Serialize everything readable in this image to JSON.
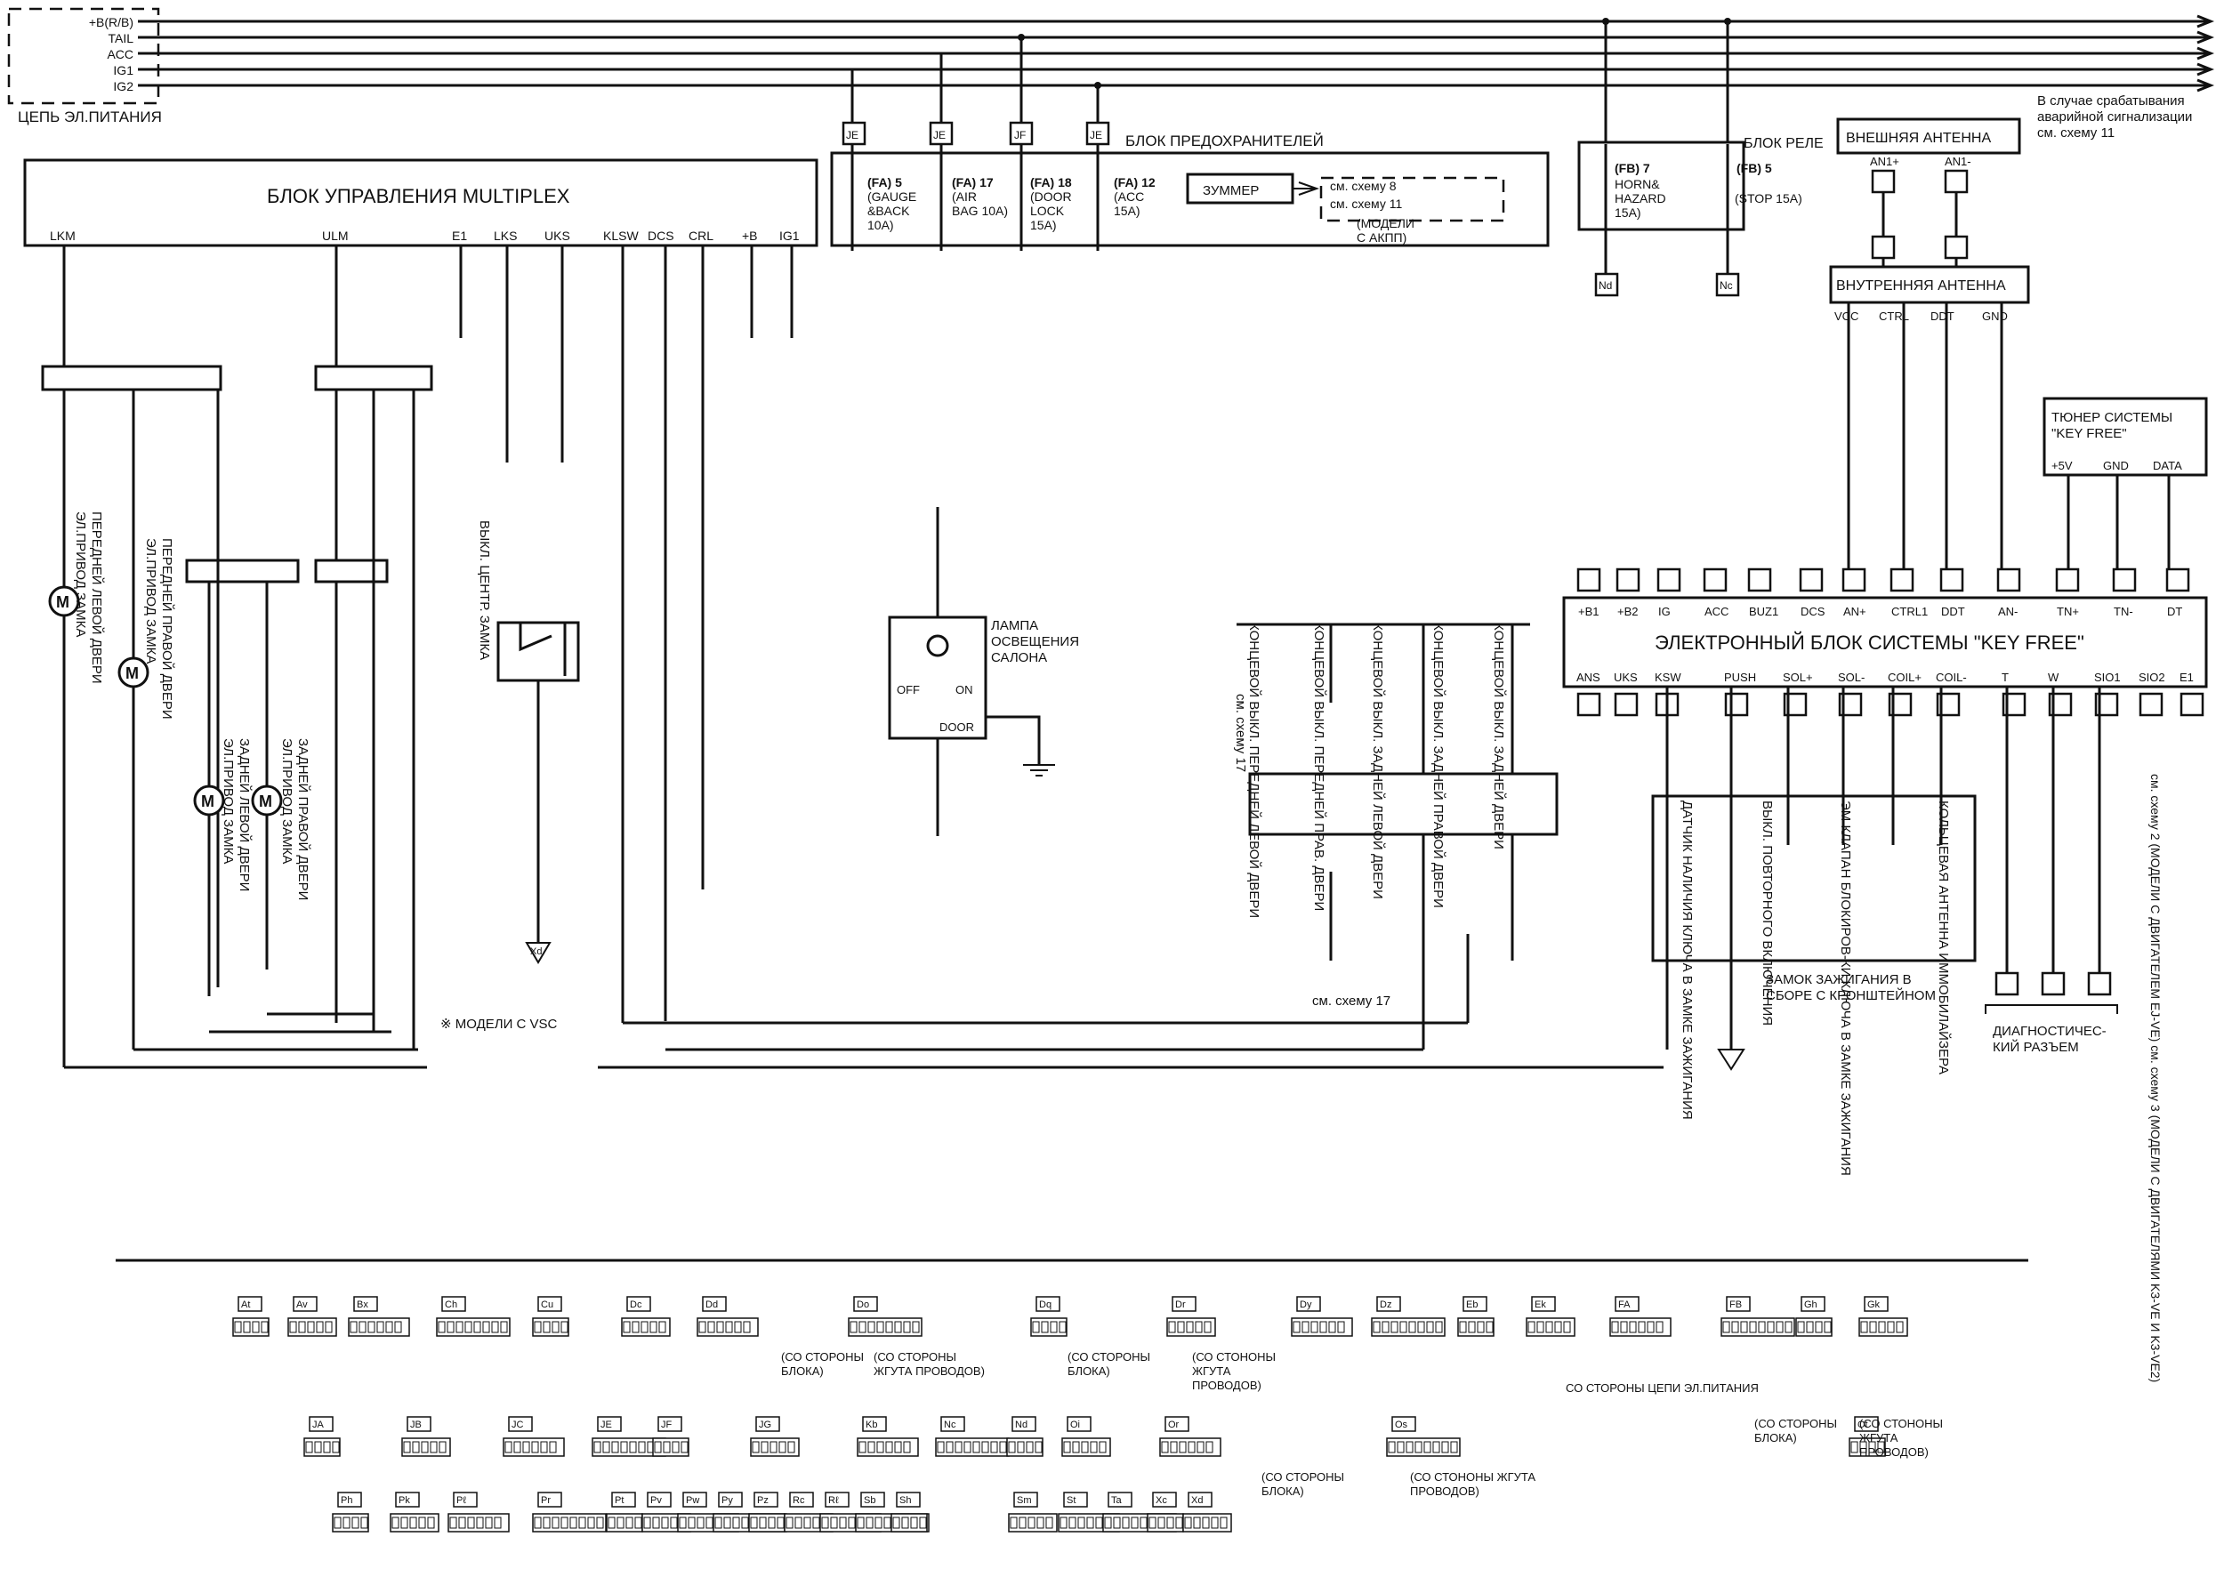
{
  "power_supply": {
    "label": "ЦЕПЬ ЭЛ.ПИТАНИЯ",
    "lines": [
      "+B(R/B)",
      "TAIL",
      "ACC",
      "IG1",
      "IG2"
    ]
  },
  "alarm_note": [
    "В случае срабатывания",
    "аварийной сигнализации",
    "см. схему 11"
  ],
  "fuse_block": {
    "title": "БЛОК ПРЕДОХРАНИТЕЛЕЙ",
    "fuses": [
      {
        "id": "FA",
        "num": "5",
        "lines": [
          "(GAUGE",
          "&BACK",
          "10A)"
        ]
      },
      {
        "id": "FA",
        "num": "17",
        "lines": [
          "(AIR",
          "BAG 10A)"
        ]
      },
      {
        "id": "FA",
        "num": "18",
        "lines": [
          "(DOOR",
          "LOCK",
          "15A)"
        ]
      },
      {
        "id": "FA",
        "num": "12",
        "lines": [
          "(ACC",
          "15A)"
        ]
      }
    ],
    "buzzer": "ЗУММЕР",
    "refs": [
      "см. схему 8",
      "см. схему 11"
    ],
    "models": [
      "(МОДЕЛИ",
      "С АКПП)"
    ]
  },
  "relay_block": {
    "title": "БЛОК РЕЛЕ",
    "fuses": [
      {
        "id": "FB",
        "num": "7",
        "lines": [
          "HORN&",
          "HAZARD",
          "15A)"
        ]
      },
      {
        "id": "FB",
        "num": "5",
        "lines": [
          "(STOP 15A)"
        ]
      }
    ]
  },
  "multiplex": {
    "title": "БЛОК УПРАВЛЕНИЯ MULTIPLEX",
    "pins": [
      "LKM",
      "ULM",
      "E1",
      "LKS",
      "UKS",
      "KLSW",
      "DCS",
      "CRL",
      "+B",
      "IG1"
    ]
  },
  "external_antenna": {
    "title": "ВНЕШНЯЯ АНТЕННА",
    "pins": [
      "AN1+",
      "AN1-"
    ]
  },
  "internal_antenna": {
    "title": "ВНУТРЕННЯЯ АНТЕННА",
    "pins": [
      "VCC",
      "CTRL",
      "DDT",
      "GND"
    ]
  },
  "tuner": {
    "title": [
      "ТЮНЕР СИСТЕМЫ",
      "\"KEY FREE\""
    ],
    "pins": [
      "+5V",
      "GND",
      "DATA"
    ]
  },
  "keyfree_ecu": {
    "title": "ЭЛЕКТРОННЫЙ БЛОК СИСТЕМЫ \"KEY FREE\"",
    "top_pins": [
      "+B1",
      "+B2",
      "IG",
      "ACC",
      "BUZ1",
      "DCS",
      "AN+",
      "CTRL1",
      "DDT",
      "AN-",
      "TN+",
      "TN-",
      "DT"
    ],
    "bottom_pins": [
      "ANS",
      "UKS",
      "KSW",
      "PUSH",
      "SOL+",
      "SOL-",
      "COIL+",
      "COIL-",
      "T",
      "W",
      "SIO1",
      "SIO2",
      "E1"
    ]
  },
  "door_locks": [
    [
      "ЭЛ.ПРИВОД ЗАМКА",
      "ПЕРЕДНЕЙ ЛЕВОЙ ДВЕРИ"
    ],
    [
      "ЭЛ.ПРИВОД ЗАМКА",
      "ПЕРЕДНЕЙ ПРАВОЙ ДВЕРИ"
    ],
    [
      "ЭЛ.ПРИВОД ЗАМКА",
      "ЗАДНЕЙ ЛЕВОЙ ДВЕРИ"
    ],
    [
      "ЭЛ.ПРИВОД ЗАМКА",
      "ЗАДНЕЙ ПРАВОЙ ДВЕРИ"
    ]
  ],
  "central_lock_switch": "ВЫКЛ. ЦЕНТР. ЗАМКА",
  "room_lamp": {
    "title": [
      "ЛАМПА",
      "ОСВЕЩЕНИЯ",
      "САЛОНА"
    ],
    "pos": [
      "OFF",
      "ON",
      "DOOR"
    ]
  },
  "courtesy_switches": [
    "КОНЦЕВОЙ ВЫКЛ. ПЕРЕДНЕЙ ЛЕВОЙ ДВЕРИ",
    "КОНЦЕВОЙ ВЫКЛ. ПЕРЕДНЕЙ ПРАВ. ДВЕРИ",
    "КОНЦЕВОЙ ВЫКЛ. ЗАДНЕЙ ЛЕВОЙ ДВЕРИ",
    "КОНЦЕВОЙ ВЫКЛ. ЗАДНЕЙ ПРАВОЙ ДВЕРИ",
    "КОНЦЕВОЙ ВЫКЛ. ЗАДНЕЙ ДВЕРИ"
  ],
  "ignition": {
    "title": [
      "ЗАМОК ЗАЖИГАНИЯ В",
      "СБОРЕ С КРОНШТЕЙНОМ"
    ],
    "sensor": "ДАТЧИК НАЛИЧИЯ КЛЮЧА В ЗАМКЕ ЗАЖИГАНИЯ",
    "reswitch": "ВЫКЛ. ПОВТОРНОГО ВКЛЮЧЕНИЯ",
    "solenoid": "ЭМ КЛАПАН БЛОКИРОВ-КИ КЛЮЧА В ЗАМКЕ ЗАЖИГАНИЯ",
    "coil": "КОЛЬЦЕВАЯ АНТЕННА ИММОБИЛАЙЗЕРА"
  },
  "diag": [
    "ДИАГНОСТИЧЕС-",
    "КИЙ РАЗЪЕМ"
  ],
  "scheme_refs": [
    "см. схему 17",
    "см. схему 17"
  ],
  "engine_ref": "см. схему 2 (МОДЕЛИ С ДВИГАТЕЛЕМ EJ-VE) см. схему 3 (МОДЕЛИ С ДВИГАТЕЛЯМИ K3-VE И K3-VE2)",
  "vsc_note": "※ МОДЕЛИ С VSC",
  "legend": {
    "row1": [
      "At",
      "Av",
      "Bx",
      "Ch",
      "Cu",
      "Dc",
      "Dd",
      "Do",
      "Dq",
      "Dr",
      "Dy",
      "Dz",
      "Eb",
      "Ek",
      "FA",
      "FB",
      "Gh",
      "Gk"
    ],
    "row2": [
      "JA",
      "JB",
      "JC",
      "JE",
      "JF",
      "JG",
      "Kb",
      "Nc",
      "Nd",
      "Oi",
      "Or",
      "Os",
      "Ot"
    ],
    "row3": [
      "Ph",
      "Pk",
      "Pℓ",
      "Pr",
      "Pt",
      "Pv",
      "Pw",
      "Py",
      "Pz",
      "Rc",
      "Rℓ",
      "Sb",
      "Sh",
      "Sm",
      "St",
      "Ta",
      "Xc",
      "Xd"
    ],
    "notes": {
      "do_block": [
        "(СО СТОРОНЫ",
        "БЛОКА)"
      ],
      "do_harness": [
        "(СО СТОРОНЫ",
        "ЖГУТА ПРОВОДОВ)"
      ],
      "dr_block": [
        "(СО СТОРОНЫ",
        "БЛОКА)"
      ],
      "dr_harness": [
        "(СО СТОНОНЫ",
        "ЖГУТА",
        "ПРОВОДОВ)"
      ],
      "fa": "СО СТОРОНЫ ЦЕПИ ЭЛ.ПИТАНИЯ",
      "os_block": [
        "(СО СТОРОНЫ",
        "БЛОКА)"
      ],
      "os_harness": [
        "(СО СТОНОНЫ ЖГУТА",
        "ПРОВОДОВ)"
      ],
      "ot_block": [
        "(СО СТОРОНЫ",
        "БЛОКА)"
      ],
      "ot_harness": [
        "(СО СТОНОНЫ",
        "ЖГУТА",
        "ПРОВОДОВ)"
      ]
    }
  }
}
